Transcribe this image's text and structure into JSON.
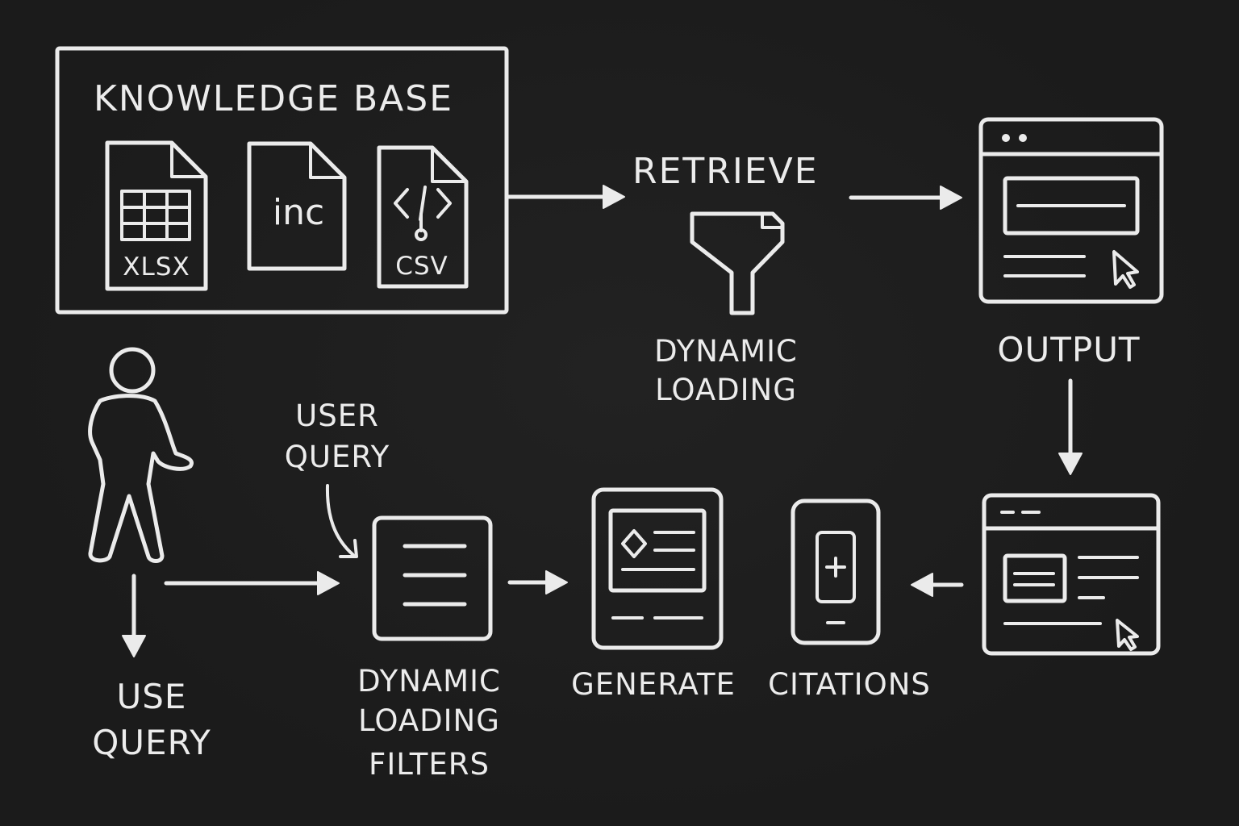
{
  "knowledge_base": {
    "title": "KNOWLEDGE BASE",
    "files": [
      {
        "label": "XLSX",
        "icon": "spreadsheet-file-icon"
      },
      {
        "label": "inc",
        "icon": "document-file-icon"
      },
      {
        "label": "CSV",
        "icon": "code-file-icon"
      }
    ]
  },
  "retrieve": {
    "label": "RETRIEVE"
  },
  "dynamic_loading": {
    "line1": "DYNAMIC",
    "line2": "LOADING"
  },
  "output": {
    "label": "OUTPUT"
  },
  "user_query": {
    "line1": "USER",
    "line2": "QUERY"
  },
  "use_query": {
    "line1": "USE",
    "line2": "QUERY"
  },
  "filters": {
    "line1": "DYNAMIC",
    "line2": "LOADING",
    "line3": "FILTERS"
  },
  "generate": {
    "label": "GENERATE"
  },
  "citations": {
    "label": "CITATIONS"
  },
  "colors": {
    "background": "#1b1b1b",
    "chalk": "#ebebeb"
  }
}
